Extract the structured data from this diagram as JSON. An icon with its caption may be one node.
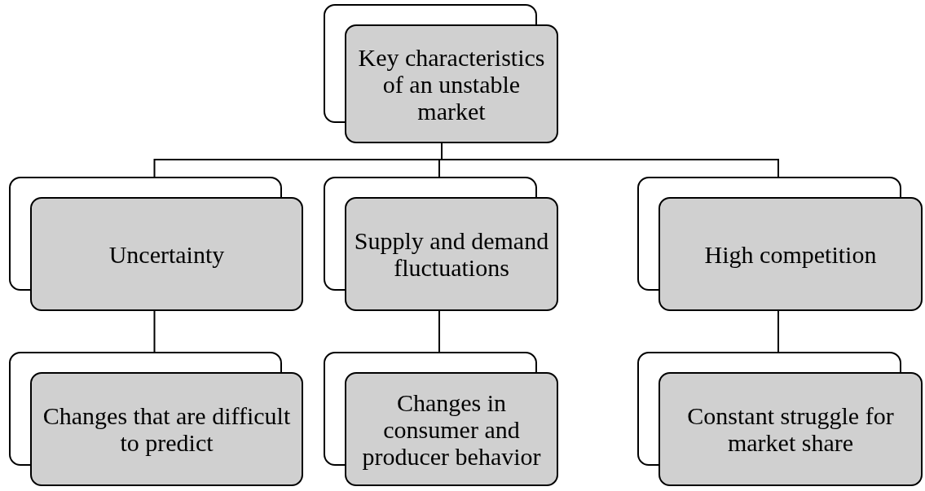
{
  "diagram": {
    "nodes": [
      {
        "text": [
          "Key characteristics of an unstable market"
        ]
      },
      {
        "text": [
          "Uncertainty"
        ]
      },
      {
        "text": [
          "Supply and demand fluctuations"
        ]
      },
      {
        "text": [
          "High competition"
        ]
      },
      {
        "text": [
          "Changes that are difficult to predict"
        ]
      },
      {
        "text": [
          "Changes in consumer and producer behavior"
        ]
      },
      {
        "text": [
          "Constant struggle for market share"
        ]
      }
    ],
    "edges": [
      {
        "from": 0,
        "to": 1,
        "arrow": "none"
      },
      {
        "from": 0,
        "to": 2,
        "arrow": "none"
      },
      {
        "from": 0,
        "to": 3,
        "arrow": "none"
      },
      {
        "from": 1,
        "to": 4,
        "arrow": "none"
      },
      {
        "from": 2,
        "to": 5,
        "arrow": "none"
      },
      {
        "from": 3,
        "to": 6,
        "arrow": "none"
      }
    ]
  }
}
